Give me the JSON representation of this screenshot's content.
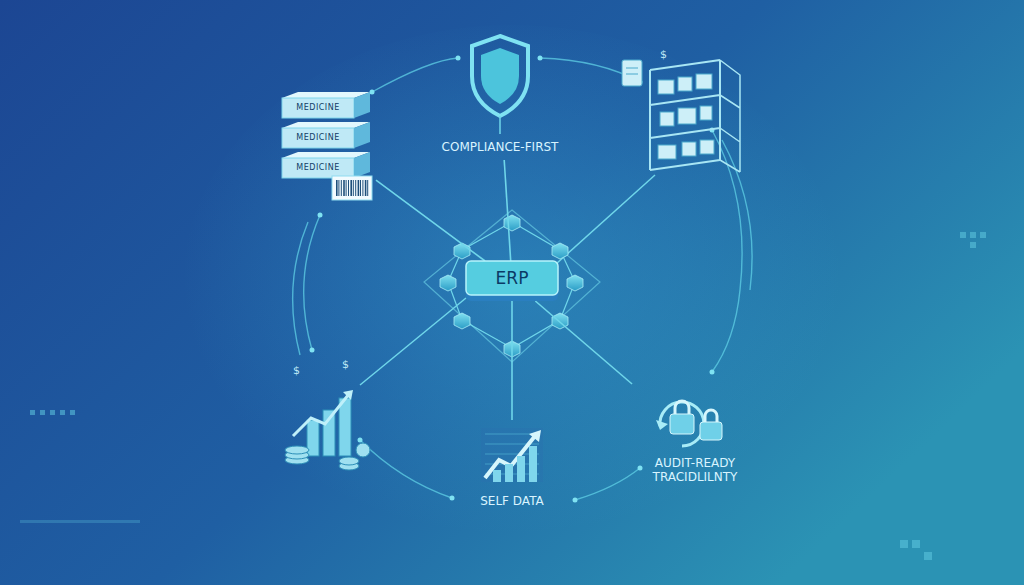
{
  "diagram": {
    "nodes": [
      {
        "text": [
          "ERP"
        ]
      },
      {
        "text": [
          "COMPLIANCE-FIRST"
        ]
      },
      {
        "text": [
          "MEDICINE",
          "MEDICINE",
          "MEDICINE"
        ]
      },
      {
        "text": [
          "SELF DATA"
        ]
      },
      {
        "text": [
          "AUDIT-READY TRACIDLILNTY"
        ]
      }
    ],
    "edges": [
      {
        "from": 1,
        "to": 0,
        "arrow": "none"
      },
      {
        "from": 2,
        "to": 0,
        "arrow": "none"
      },
      {
        "from": 0,
        "to": 3,
        "arrow": "none"
      },
      {
        "from": 0,
        "to": 4,
        "arrow": "none"
      }
    ],
    "labels": [
      "$",
      "$",
      "$"
    ]
  }
}
